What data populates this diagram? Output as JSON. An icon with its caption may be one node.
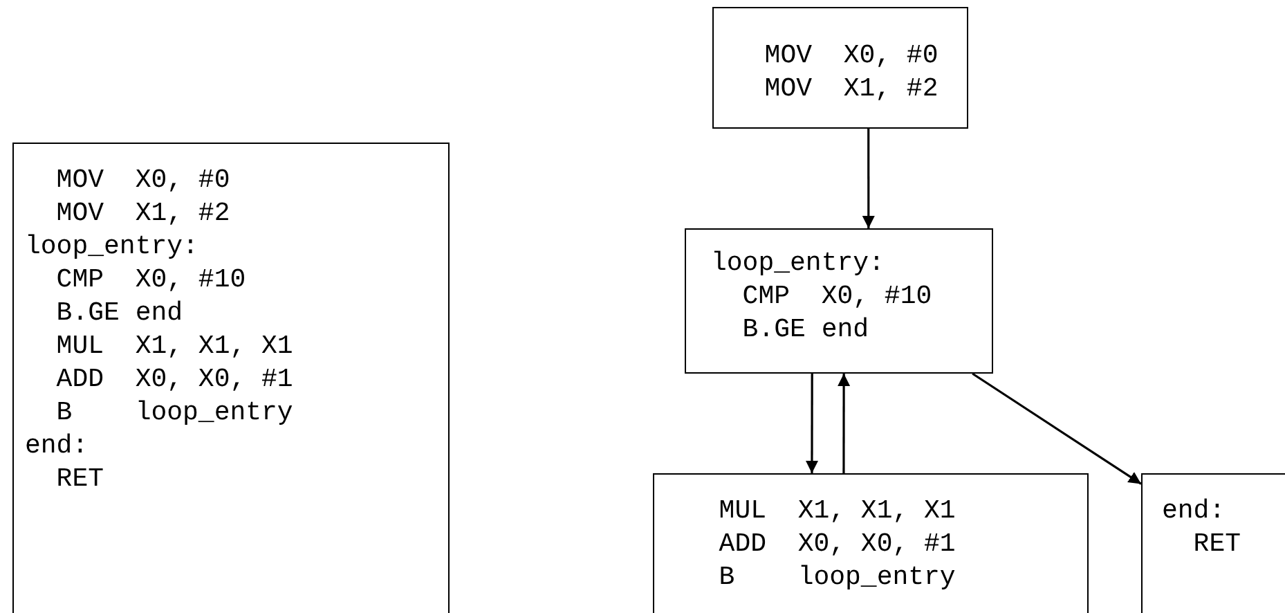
{
  "diagram": {
    "nodes": [
      {
        "text": [
          "  MOV  X0, #0",
          "  MOV  X1, #2",
          "loop_entry:",
          "  CMP  X0, #10",
          "  B.GE end",
          "  MUL  X1, X1, X1",
          "  ADD  X0, X0, #1",
          "  B    loop_entry",
          "end:",
          "  RET"
        ]
      },
      {
        "text": [
          "  MOV  X0, #0",
          "  MOV  X1, #2"
        ]
      },
      {
        "text": [
          "loop_entry:",
          "  CMP  X0, #10",
          "  B.GE end"
        ]
      },
      {
        "text": [
          "  MUL  X1, X1, X1",
          "  ADD  X0, X0, #1",
          "  B    loop_entry"
        ]
      },
      {
        "text": [
          "end:",
          "  RET"
        ]
      }
    ],
    "edges": [
      {
        "from": 1,
        "to": 2,
        "arrow": "to"
      },
      {
        "from": 2,
        "to": 3,
        "arrow": "to"
      },
      {
        "from": 3,
        "to": 2,
        "arrow": "to"
      },
      {
        "from": 2,
        "to": 4,
        "arrow": "to"
      }
    ]
  }
}
